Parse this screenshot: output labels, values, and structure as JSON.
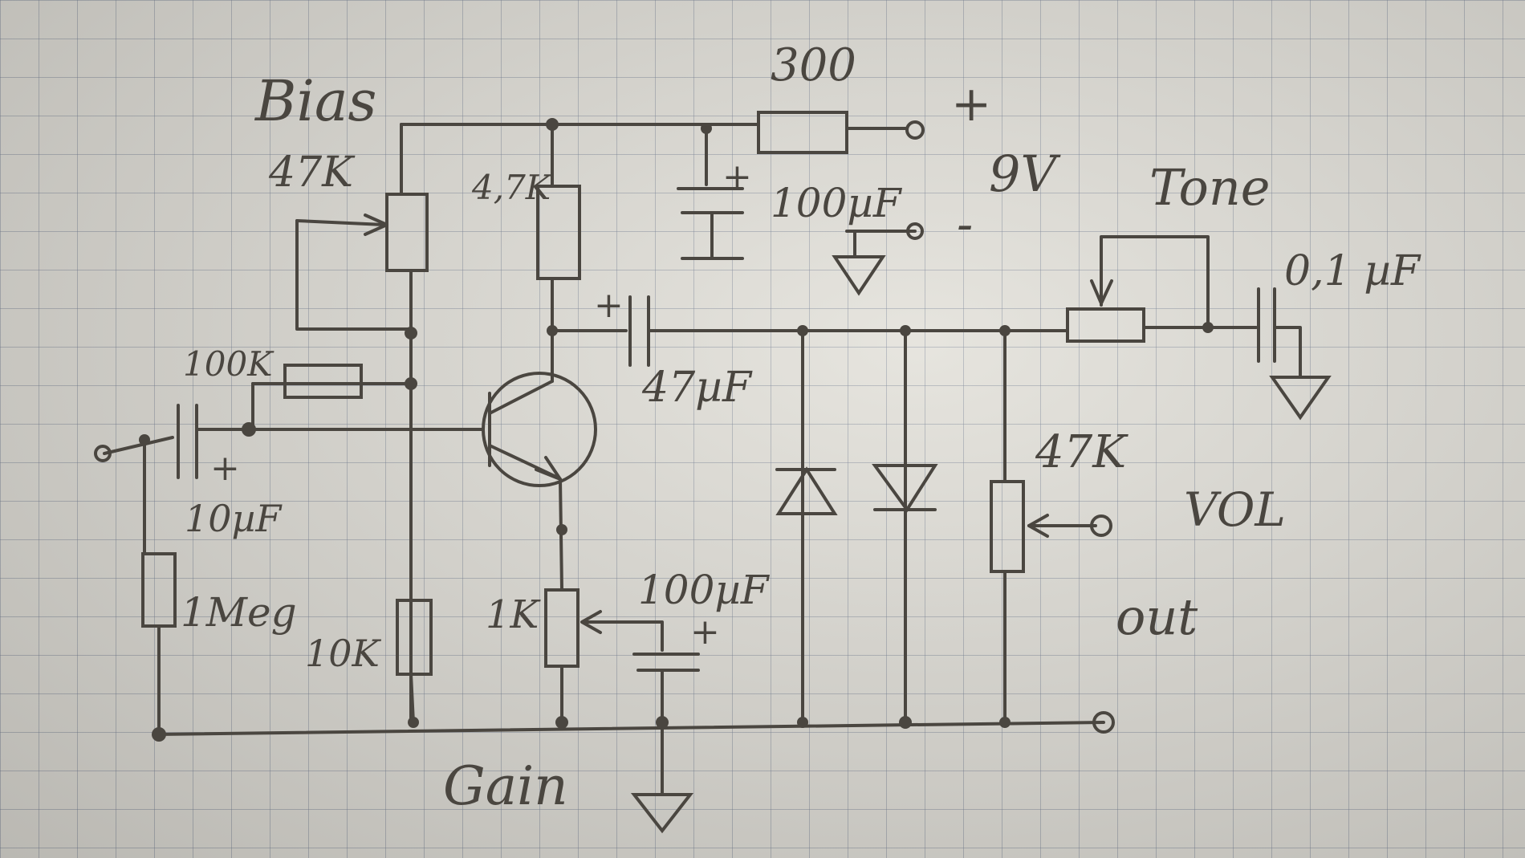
{
  "labels": {
    "bias": "Bias",
    "bias_pot": "47K",
    "collector_res": "4,7K",
    "r_300": "300",
    "supply_plus": "+",
    "supply_voltage": "9V",
    "supply_minus": "-",
    "c_supply": "100µF",
    "tone": "Tone",
    "c_tone": "0,1 µF",
    "r_100k": "100K",
    "c_coupling_out": "47µF",
    "c_input": "10µF",
    "r_1meg": "1Meg",
    "r_10k": "10K",
    "gain_pot": "1K",
    "c_emitter": "100µF",
    "vol_pot": "47K",
    "vol": "VOL",
    "out": "out",
    "gain": "Gain",
    "plus_marks": [
      "+",
      "+",
      "+",
      "+"
    ]
  },
  "colors": {
    "ink": "#4a4640",
    "paper": "#e3e1da",
    "grid": "#7882967"
  }
}
